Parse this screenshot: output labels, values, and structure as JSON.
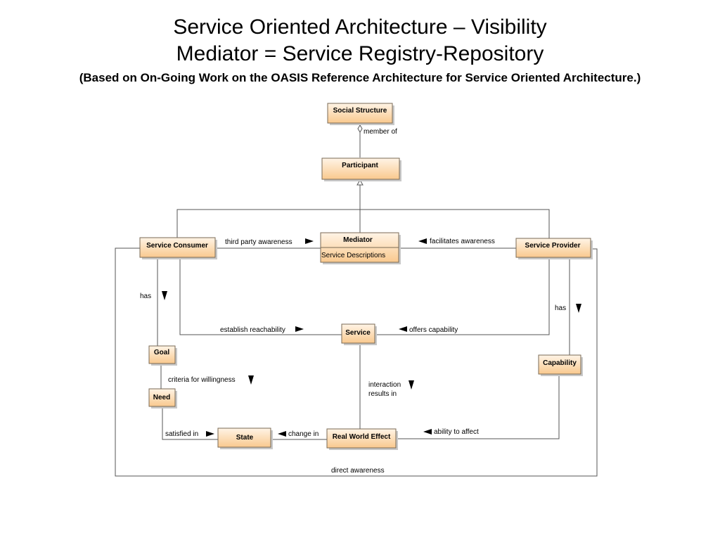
{
  "title": {
    "line1": "Service Oriented Architecture – Visibility",
    "line2": "Mediator = Service Registry-Repository",
    "subtitle": "(Based on On-Going Work on the OASIS Reference Architecture for Service Oriented Architecture.)"
  },
  "colors": {
    "box_fill_top": "#fff4e6",
    "box_fill_bottom": "#f9c98e",
    "box_border": "#7a6a55",
    "line": "#555555"
  },
  "nodes": {
    "social_structure": "Social Structure",
    "participant": "Participant",
    "mediator": "Mediator",
    "mediator_attr": "Service Descriptions",
    "service_consumer": "Service Consumer",
    "service_provider": "Service Provider",
    "service": "Service",
    "goal": "Goal",
    "need": "Need",
    "capability": "Capability",
    "state": "State",
    "real_world_effect": "Real World Effect"
  },
  "edges": {
    "member_of": "member of",
    "third_party_awareness": "third party awareness",
    "facilitates_awareness": "facilitates awareness",
    "consumer_has": "has",
    "provider_has": "has",
    "establish_reachability": "establish reachability",
    "offers_capability": "offers capability",
    "criteria_for_willingness": "criteria for willingness",
    "interaction_line1": "interaction",
    "interaction_line2": "results in",
    "satisfied_in": "satisfied in",
    "change_in": "change in",
    "ability_to_affect": "ability to affect",
    "direct_awareness": "direct awareness"
  }
}
